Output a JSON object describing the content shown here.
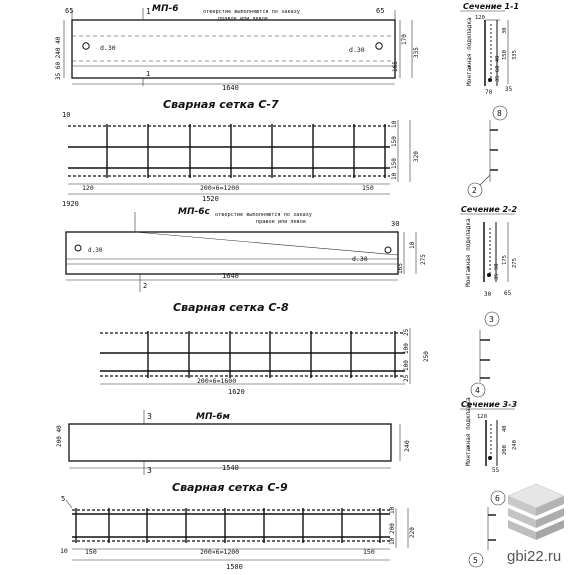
{
  "beam1": {
    "mark": "МП-6",
    "note1": "отверстие выполняются по заказу",
    "note2": "правое или левое",
    "dim_l": "65",
    "dim_r": "65",
    "section_mark": "1",
    "hole_l": "d.30",
    "hole_r": "d.30",
    "length": "1640",
    "h1": "165",
    "h2": "170",
    "h3": "335",
    "left_dims": "35 60 240 40"
  },
  "mesh_c7": {
    "title": "Сварная сетка С-7",
    "pos_mark": "8",
    "left_mark": "10",
    "spacing": "200×6=1200",
    "end_l": "120",
    "end_r": "150",
    "total": "1520",
    "d1": "10",
    "d2": "150",
    "d3": "150",
    "d4": "10",
    "d5": "320"
  },
  "section11": {
    "title": "Сечение 1-1",
    "top": "120",
    "label": "Монтажная подкладка",
    "d1": "30",
    "d2": "150",
    "d3": "335",
    "bottom": "35 60 40",
    "b1": "70",
    "b2": "35",
    "marker": "2"
  },
  "beam2": {
    "mark": "МП-6с",
    "note1": "отверстие выполняются по заказу",
    "note2": "правое или левое",
    "dim_r": "30",
    "hole_l": "d.30",
    "hole_r": "d.30",
    "length": "1640",
    "total": "1920",
    "h1": "165",
    "h2": "10",
    "h3": "275",
    "section_mark": "2"
  },
  "section22": {
    "title": "Сечение 2-2",
    "label": "Монтажная подкладка",
    "d1": "175",
    "d2": "275",
    "d3": "35 90",
    "b1": "30",
    "b2": "65",
    "marker": "3"
  },
  "mesh_c8": {
    "title": "Сварная сетка С-8",
    "spacing": "200×6=1600",
    "total": "1620",
    "d1": "25",
    "d2": "100",
    "d3": "100",
    "d4": "25",
    "d5": "250",
    "marker": "4"
  },
  "beam3": {
    "mark": "МП-6м",
    "section_mark": "3",
    "length": "1540",
    "h": "240",
    "left_dims": "200 40"
  },
  "section33": {
    "title": "Сечение 3-3",
    "top": "120",
    "label": "Монтажная подкладка",
    "d1": "40",
    "d2": "200",
    "d3": "240",
    "b1": "55"
  },
  "mesh_c9": {
    "title": "Сварная сетка С-9",
    "pos_mark": "5",
    "spacing": "200×6=1200",
    "end_l": "150",
    "end_r": "150",
    "total": "1500",
    "d1": "10",
    "d2": "200",
    "d3": "10",
    "d4": "220",
    "left_mark": "10",
    "marker_a": "6",
    "marker_b": "5"
  },
  "watermark": {
    "text": "gbi22.ru"
  }
}
